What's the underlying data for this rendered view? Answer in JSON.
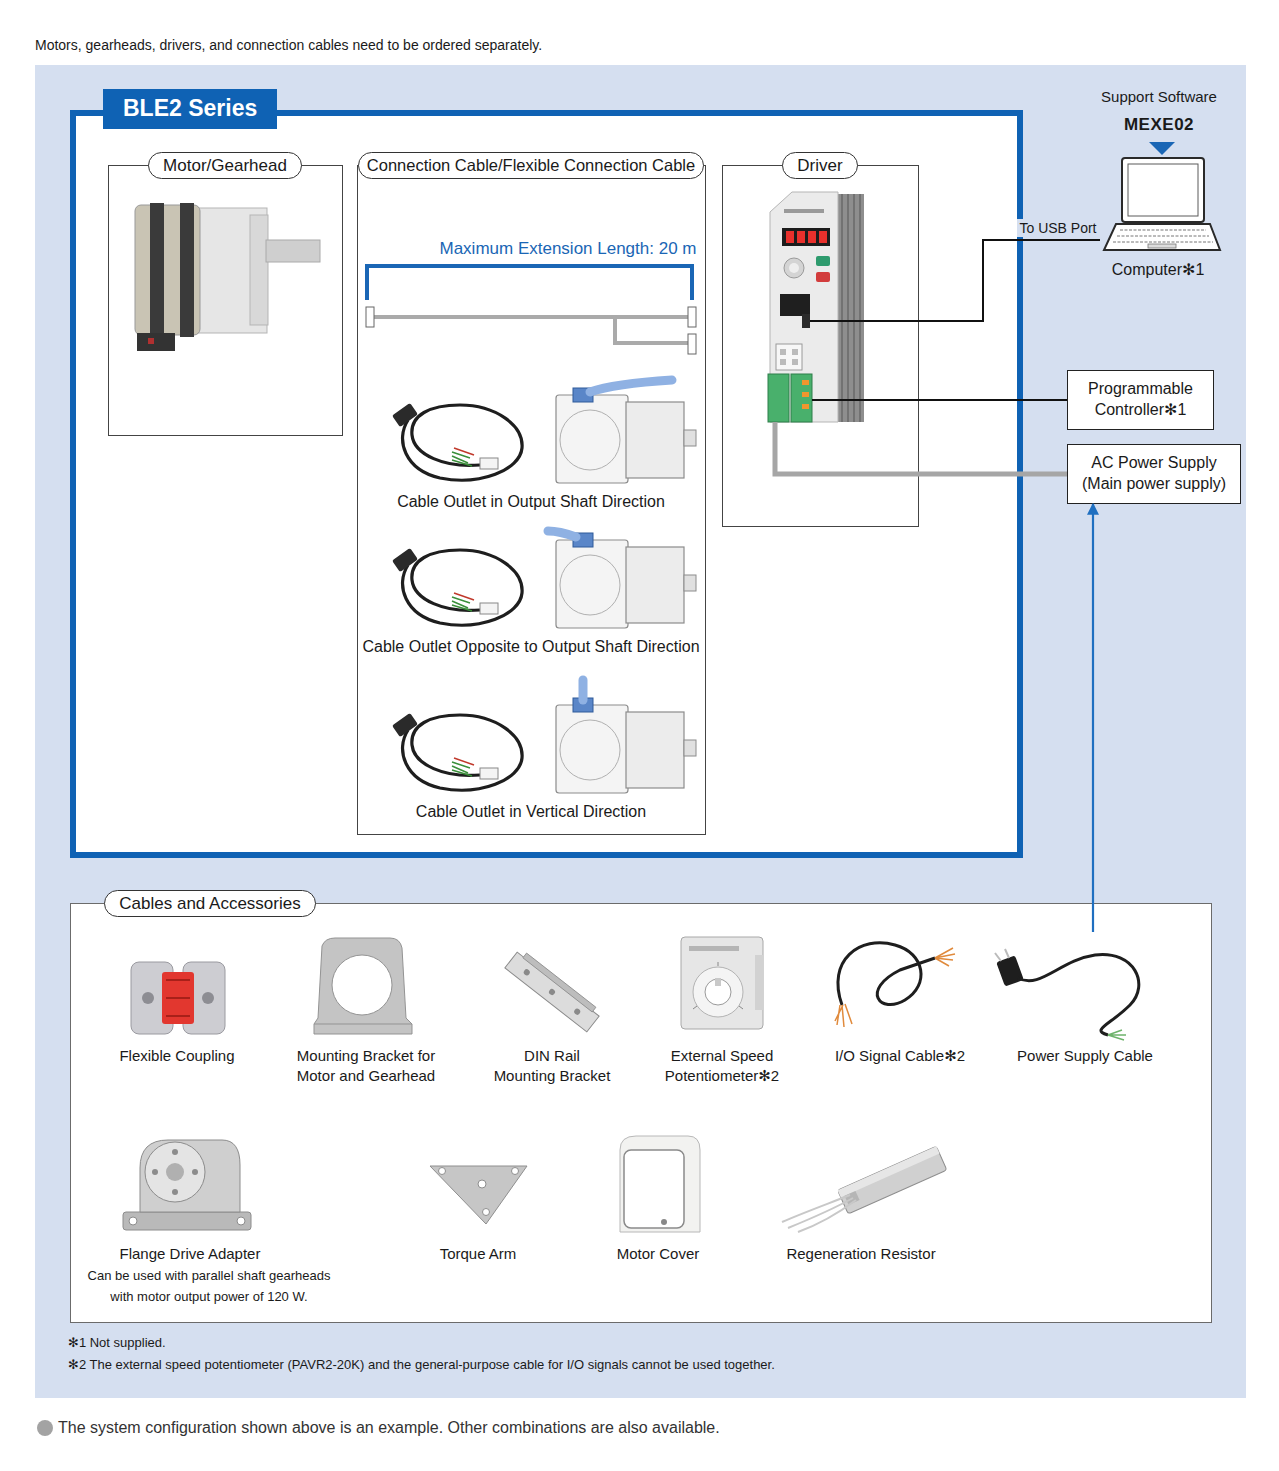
{
  "diagram": {
    "caption": "The system configuration shown above is an example. Other combinations are also available.",
    "nodes": [
      {
        "text": [
          "BLE2 Series"
        ]
      },
      {
        "text": [
          "Motor/Gearhead"
        ],
        "in": 0
      },
      {
        "text": [
          "Connection Cable/Flexible Connection Cable",
          "Maximum Extension Length: 20 m",
          "Cable Outlet in Output Shaft Direction",
          "Cable Outlet Opposite to Output Shaft Direction",
          "Cable Outlet in Vertical Direction"
        ],
        "in": 0
      },
      {
        "text": [
          "Driver"
        ],
        "in": 0
      },
      {
        "text": [
          "Support Software",
          "MEXE02",
          "Computer✻1"
        ]
      },
      {
        "text": [
          "Programmable Controller✻1"
        ]
      },
      {
        "text": [
          "AC Power Supply (Main power supply)"
        ]
      },
      {
        "text": [
          "Cables and Accessories"
        ]
      },
      {
        "text": [
          "Power Supply Cable"
        ],
        "in": 7
      }
    ],
    "edges": [
      {
        "from": 3,
        "to": 4,
        "label": "To USB Port",
        "arrow": "none"
      },
      {
        "from": 3,
        "to": 5,
        "arrow": "none"
      },
      {
        "from": 3,
        "to": 6,
        "arrow": "none"
      },
      {
        "from": 8,
        "to": 6,
        "arrow": "to"
      }
    ],
    "labels": [
      "Motors, gearheads, drivers, and connection cables need to be ordered separately.",
      "Flexible Coupling",
      "Mounting Bracket for Motor and Gearhead",
      "DIN Rail Mounting Bracket",
      "External Speed Potentiometer✻2",
      "I/O Signal Cable✻2",
      "Flange Drive Adapter",
      "Can be used with parallel shaft gearheads with motor output power of 120 W.",
      "Torque Arm",
      "Motor Cover",
      "Regeneration Resistor",
      "✻1 Not supplied.",
      "✻2 The external speed potentiometer (PAVR2-20K) and the general-purpose cable for I/O signals cannot be used together."
    ]
  }
}
